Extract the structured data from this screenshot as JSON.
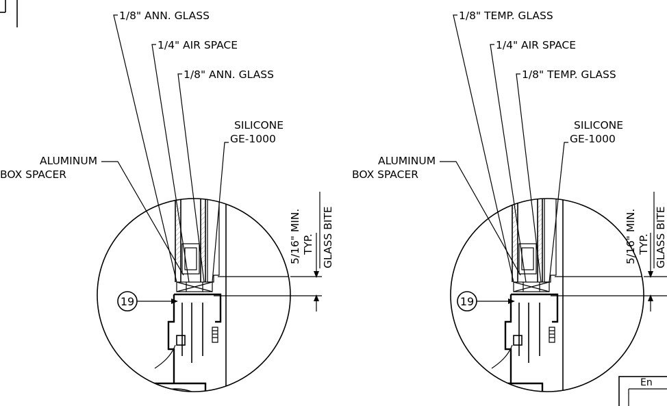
{
  "left_detail": {
    "outer_glass_label": "1/8\" ANN. GLASS",
    "air_space_label": "1/4\" AIR SPACE",
    "inner_glass_label": "1/8\" ANN. GLASS",
    "silicone_label_line1": "SILICONE",
    "silicone_label_line2": "GE-1000",
    "spacer_label_line1": "ALUMINUM",
    "spacer_label_line2": "BOX SPACER",
    "bite_label_line1": "5/16\" MIN.",
    "bite_label_line2": "TYP.",
    "bite_label_line3": "GLASS BITE",
    "callout_number": "19"
  },
  "right_detail": {
    "outer_glass_label": "1/8\" TEMP. GLASS",
    "air_space_label": "1/4\" AIR SPACE",
    "inner_glass_label": "1/8\" TEMP. GLASS",
    "silicone_label_line1": "SILICONE",
    "silicone_label_line2": "GE-1000",
    "spacer_label_line1": "ALUMINUM",
    "spacer_label_line2": "BOX SPACER",
    "bite_label_line1": "5/16\" MIN.",
    "bite_label_line2": "TYP.",
    "bite_label_line3": "GLASS BITE",
    "callout_number": "19"
  },
  "title_block_fragment": "En"
}
